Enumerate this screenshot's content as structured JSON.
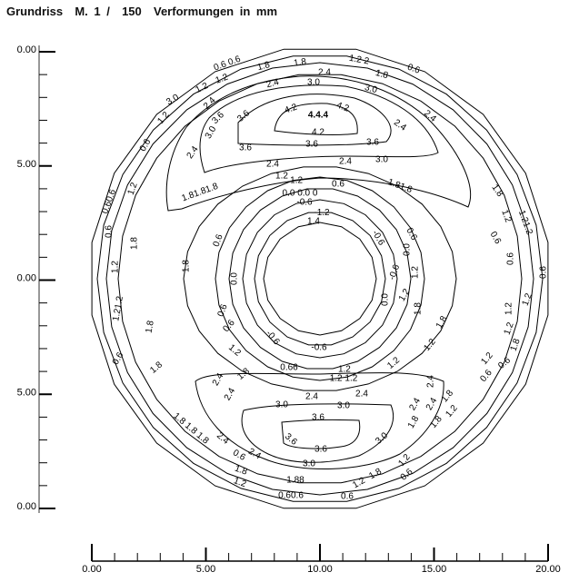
{
  "title": "Grundriss  M. 1 /  150  Verformungen in mm",
  "y_axis": {
    "tick_labels": [
      "0.00",
      "5.00",
      "0.00",
      "5.00",
      "0.00"
    ]
  },
  "x_axis": {
    "tick_labels": [
      "0.00",
      "5.00",
      "10.00",
      "15.00",
      "20.00"
    ],
    "min": 0,
    "max": 20,
    "minor_step": 1
  },
  "contour_levels": [
    -1.2,
    -0.6,
    0.0,
    0.6,
    1.2,
    1.8,
    2.4,
    3.0,
    3.6,
    4.2,
    4.4
  ],
  "contour_labels": [
    "0.6 0.6",
    "1.2",
    "1.2",
    "1.8",
    "1.8",
    "2.4",
    "2.4",
    "3.0",
    "3.0",
    "1.2 2",
    "1.8",
    "0.6",
    "3.6",
    "3.6",
    "4.2",
    "4.4.4",
    "4.2",
    "4.2",
    "3.6",
    "3.6",
    "3.6",
    "3.0",
    "3.0",
    "2.4",
    "2.4",
    "2.4",
    "2.4",
    "1.81.81.8",
    "1.81.8",
    "1.2",
    "0.0 0.0 0",
    "0.6",
    "-0.6",
    "1.4",
    "-1.2",
    "0.6",
    "1.2",
    "2.4",
    "3.0",
    "2.4",
    "1.2",
    "0.6",
    "0.60.6",
    "1.2",
    "1.8",
    "1.2",
    "1.8",
    "0.0",
    "0.6",
    "0.6",
    "-0.6",
    "0.0",
    "-0.6",
    "-0.6",
    "0.6",
    "1.2",
    "1.8",
    "2.4",
    "1.8",
    "1.2",
    "0.6",
    "1.8",
    "1.8",
    "1.21.2",
    "1.2",
    "0.6",
    "0.6",
    "0.0",
    "1.2",
    "1.8",
    "1.2",
    "1.8",
    "0.6",
    "1.2",
    "0.6",
    "1.2",
    "1.8",
    "0.6",
    "1.2",
    "1.21.2",
    "1.2",
    "2.4",
    "2.4",
    "3.0",
    "1.8",
    "1.8",
    "1.2",
    "2.4",
    "1.2",
    "1.8",
    "0.6",
    "1.2",
    "0.6",
    "3.0",
    "2.4",
    "1.2 1.2",
    "3.0",
    "3.6",
    "3.6",
    "3.6",
    "3.0",
    "2.4",
    "2.4",
    "1.8",
    "1.2",
    "1.88",
    "0.60.6",
    "0.6",
    "1.8",
    "1.2",
    "1.8 1.8 1.8",
    "2.4",
    "2.4",
    "0.66",
    "1.2",
    "0.6",
    "-0.6"
  ]
}
